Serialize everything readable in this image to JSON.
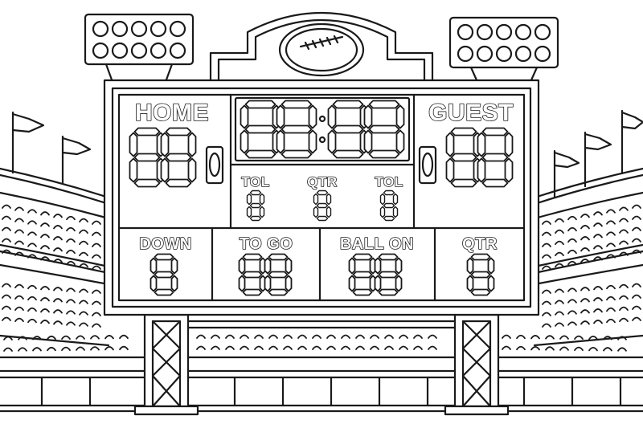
{
  "labels": {
    "home": "HOME",
    "guest": "GUEST",
    "tol_left": "TOL",
    "qtr_top": "QTR",
    "tol_right": "TOL",
    "down": "DOWN",
    "to_go": "TO GO",
    "ball_on": "BALL ON",
    "qtr_bottom": "QTR"
  },
  "icons": {
    "logo": "football-icon",
    "possession_home": "football-icon",
    "possession_guest": "football-icon",
    "lights": "stadium-light-icon",
    "flags": "flag-icon"
  },
  "colors": {
    "line": "#1a1a1a",
    "fill": "#ffffff"
  }
}
